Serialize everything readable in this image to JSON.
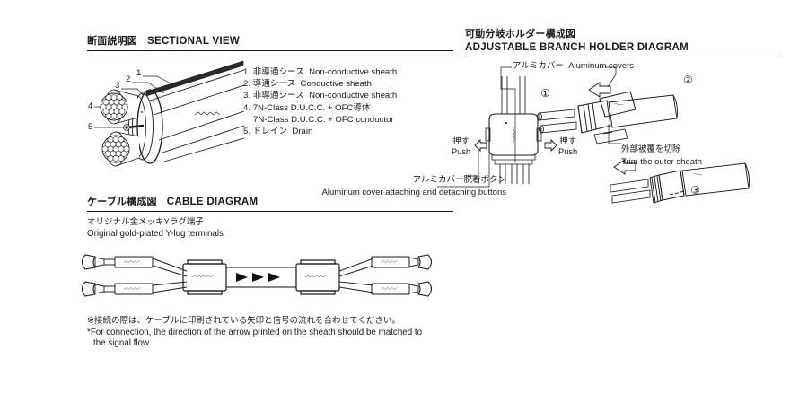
{
  "sections": {
    "sectional_view": {
      "jp_title": "断面説明図",
      "en_title": "SECTIONAL VIEW",
      "legend": [
        {
          "no": "1.",
          "jp": "非導通シース",
          "en": "Non-conductive sheath",
          "sub": ""
        },
        {
          "no": "2.",
          "jp": "導通シース",
          "en": "Conductive sheath",
          "sub": ""
        },
        {
          "no": "3.",
          "jp": "非導通シース",
          "en": "Non-conductive sheath",
          "sub": ""
        },
        {
          "no": "4.",
          "jp": "7N-Class D.U.C.C. + OFC導体",
          "en": "",
          "sub": "7N-Class D.U.C.C. + OFC conductor"
        },
        {
          "no": "5.",
          "jp": "ドレイン",
          "en": "Drain",
          "sub": ""
        }
      ],
      "callouts": [
        "1",
        "2",
        "3",
        "4",
        "5"
      ]
    },
    "branch_holder": {
      "jp_title": "可動分岐ホルダー構成図",
      "en_title": "ADJUSTABLE BRANCH HOLDER DIAGRAM",
      "aluminum_cover_jp": "アルミカバー",
      "aluminum_cover_en": "Aluminum covers",
      "push_left_jp": "押す",
      "push_left_en": "Push",
      "push_right_jp": "押す",
      "push_right_en": "Push",
      "buttons_jp": "アルミカバー脱着ボタン",
      "buttons_en": "Aluminum cover attaching and detaching buttons",
      "trim_jp": "外部被覆を切除",
      "trim_en": "Trim the outer sheath",
      "step_1": "①",
      "step_2": "②",
      "step_3": "③"
    },
    "cable_diagram": {
      "jp_title": "ケーブル構成図",
      "en_title": "CABLE DIAGRAM",
      "lug_jp": "オリジナル金メッキYラグ端子",
      "lug_en": "Original gold-plated Y-lug terminals",
      "note_jp": "※接続の際は、ケーブルに印刷されている矢印と信号の流れを合わせてください。",
      "note_en_1": "*For connection, the direction of the arrow printed on the sheath should be matched to",
      "note_en_2": "the signal flow."
    }
  }
}
